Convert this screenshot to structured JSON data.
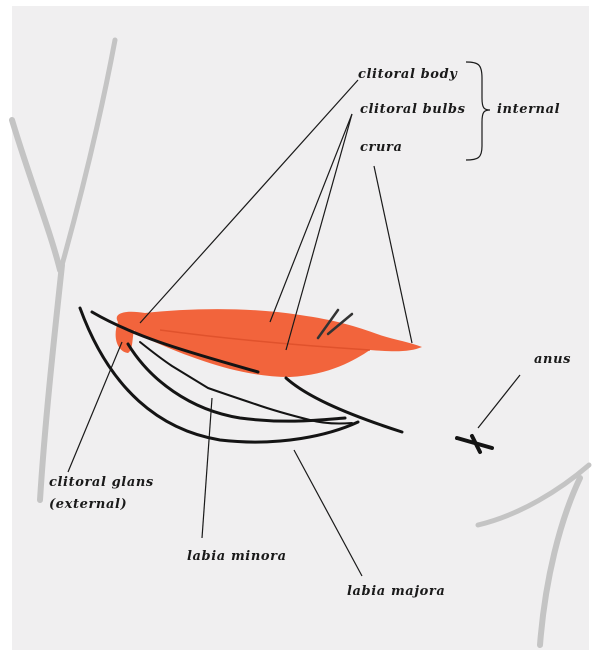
{
  "labels": {
    "clitoral_body": "clitoral body",
    "clitoral_bulbs": "clitoral bulbs",
    "crura": "crura",
    "internal": "internal",
    "anus": "anus",
    "clitoral_glans_line1": "clitoral glans",
    "clitoral_glans_line2": "(external)",
    "labia_minora": "labia minora",
    "labia_majora": "labia majora"
  },
  "colors": {
    "background": "#f0eff0",
    "clitoris_fill": "#f2643c",
    "outline": "#141414",
    "decorative_lines": "#c4c4c4"
  }
}
